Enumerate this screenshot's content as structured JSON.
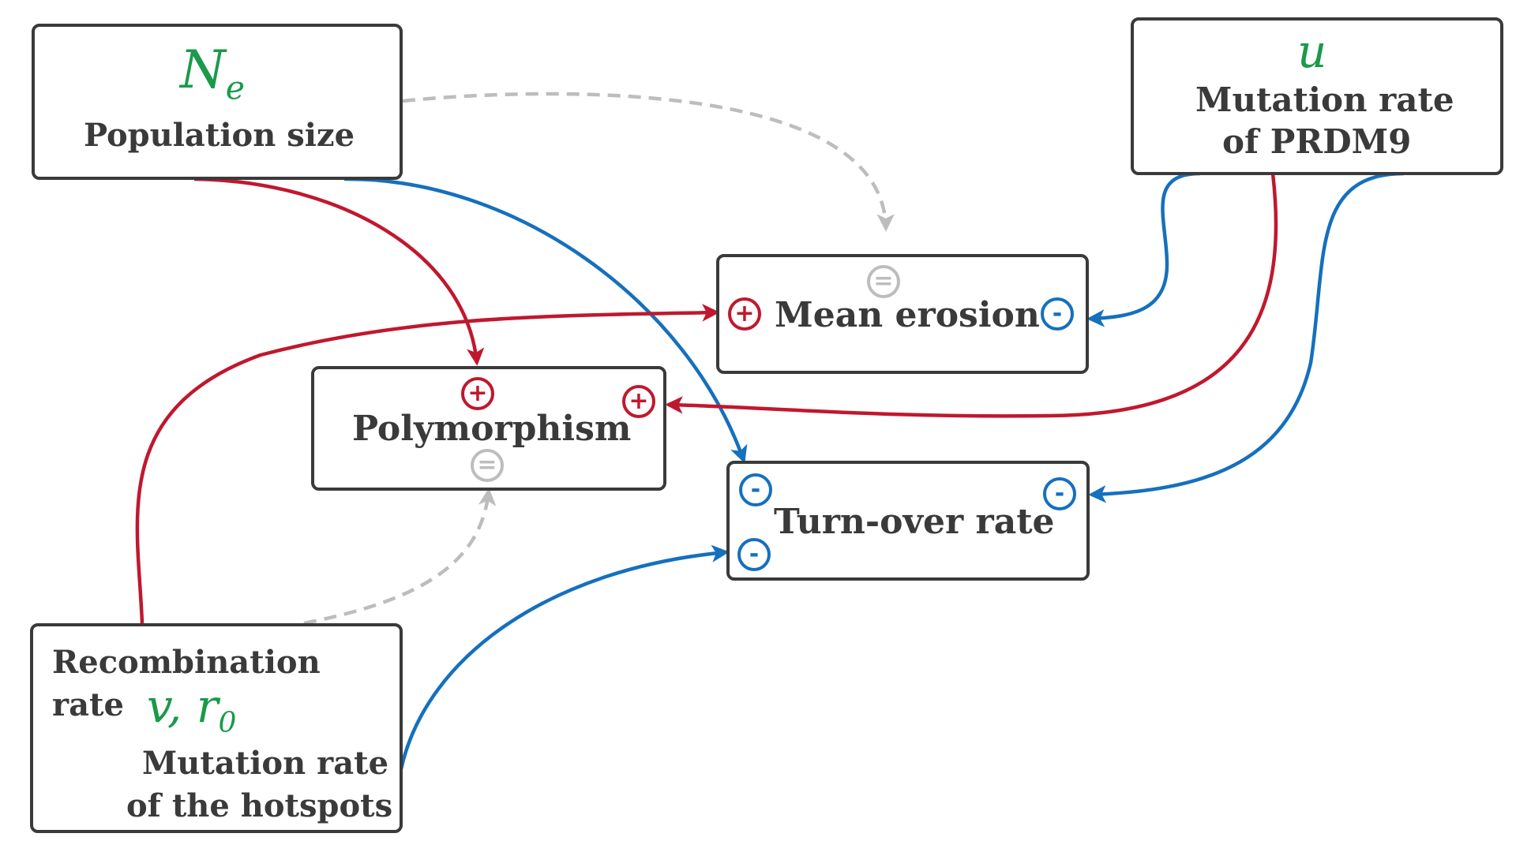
{
  "colors": {
    "positive": "#c0182e",
    "negative": "#1570be",
    "neutral": "#bdbdbd",
    "symbol": "#1a9a4a",
    "box": "#3a3a3a"
  },
  "nodes": {
    "population": {
      "symbol_main": "N",
      "symbol_sub": "e",
      "label": "Population size"
    },
    "prdm9": {
      "symbol": "u",
      "label_line1": "Mutation rate",
      "label_line2": "of PRDM9"
    },
    "erosion": {
      "label": "Mean erosion"
    },
    "polymorphism": {
      "label": "Polymorphism"
    },
    "turnover": {
      "label": "Turn-over rate"
    },
    "hotspots": {
      "label_line1": "Recombination",
      "label_line2": "rate",
      "symbol": "v, r",
      "symbol_sub": "0",
      "label_line3": "Mutation rate",
      "label_line4": "of the hotspots"
    }
  },
  "badges": {
    "plus": "+",
    "minus": "-",
    "eq": "="
  },
  "edges": [
    {
      "from": "population",
      "to": "erosion",
      "effect": "neutral"
    },
    {
      "from": "population",
      "to": "polymorphism",
      "effect": "positive"
    },
    {
      "from": "population",
      "to": "turnover",
      "effect": "negative"
    },
    {
      "from": "prdm9",
      "to": "erosion",
      "effect": "negative"
    },
    {
      "from": "prdm9",
      "to": "polymorphism",
      "effect": "positive"
    },
    {
      "from": "prdm9",
      "to": "turnover",
      "effect": "negative"
    },
    {
      "from": "hotspots",
      "to": "erosion",
      "effect": "positive"
    },
    {
      "from": "hotspots",
      "to": "polymorphism",
      "effect": "neutral"
    },
    {
      "from": "hotspots",
      "to": "turnover",
      "effect": "negative"
    }
  ]
}
